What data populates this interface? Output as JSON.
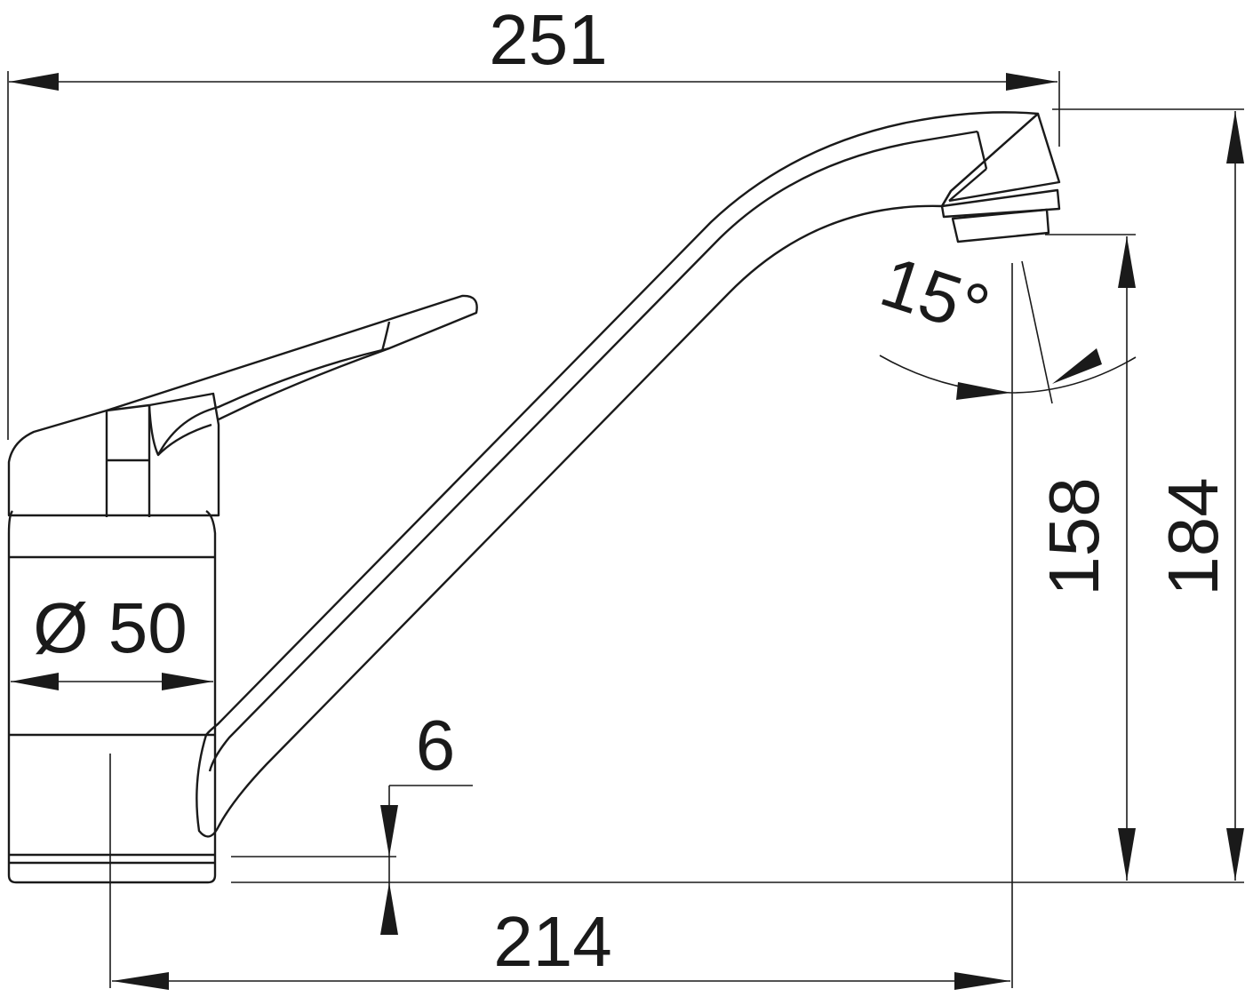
{
  "dimensions": {
    "overall_length": "251",
    "spout_reach": "214",
    "base_diameter": "Ø 50",
    "spout_height": "158",
    "total_height": "184",
    "spout_clearance": "6",
    "swivel_angle": "15°"
  }
}
